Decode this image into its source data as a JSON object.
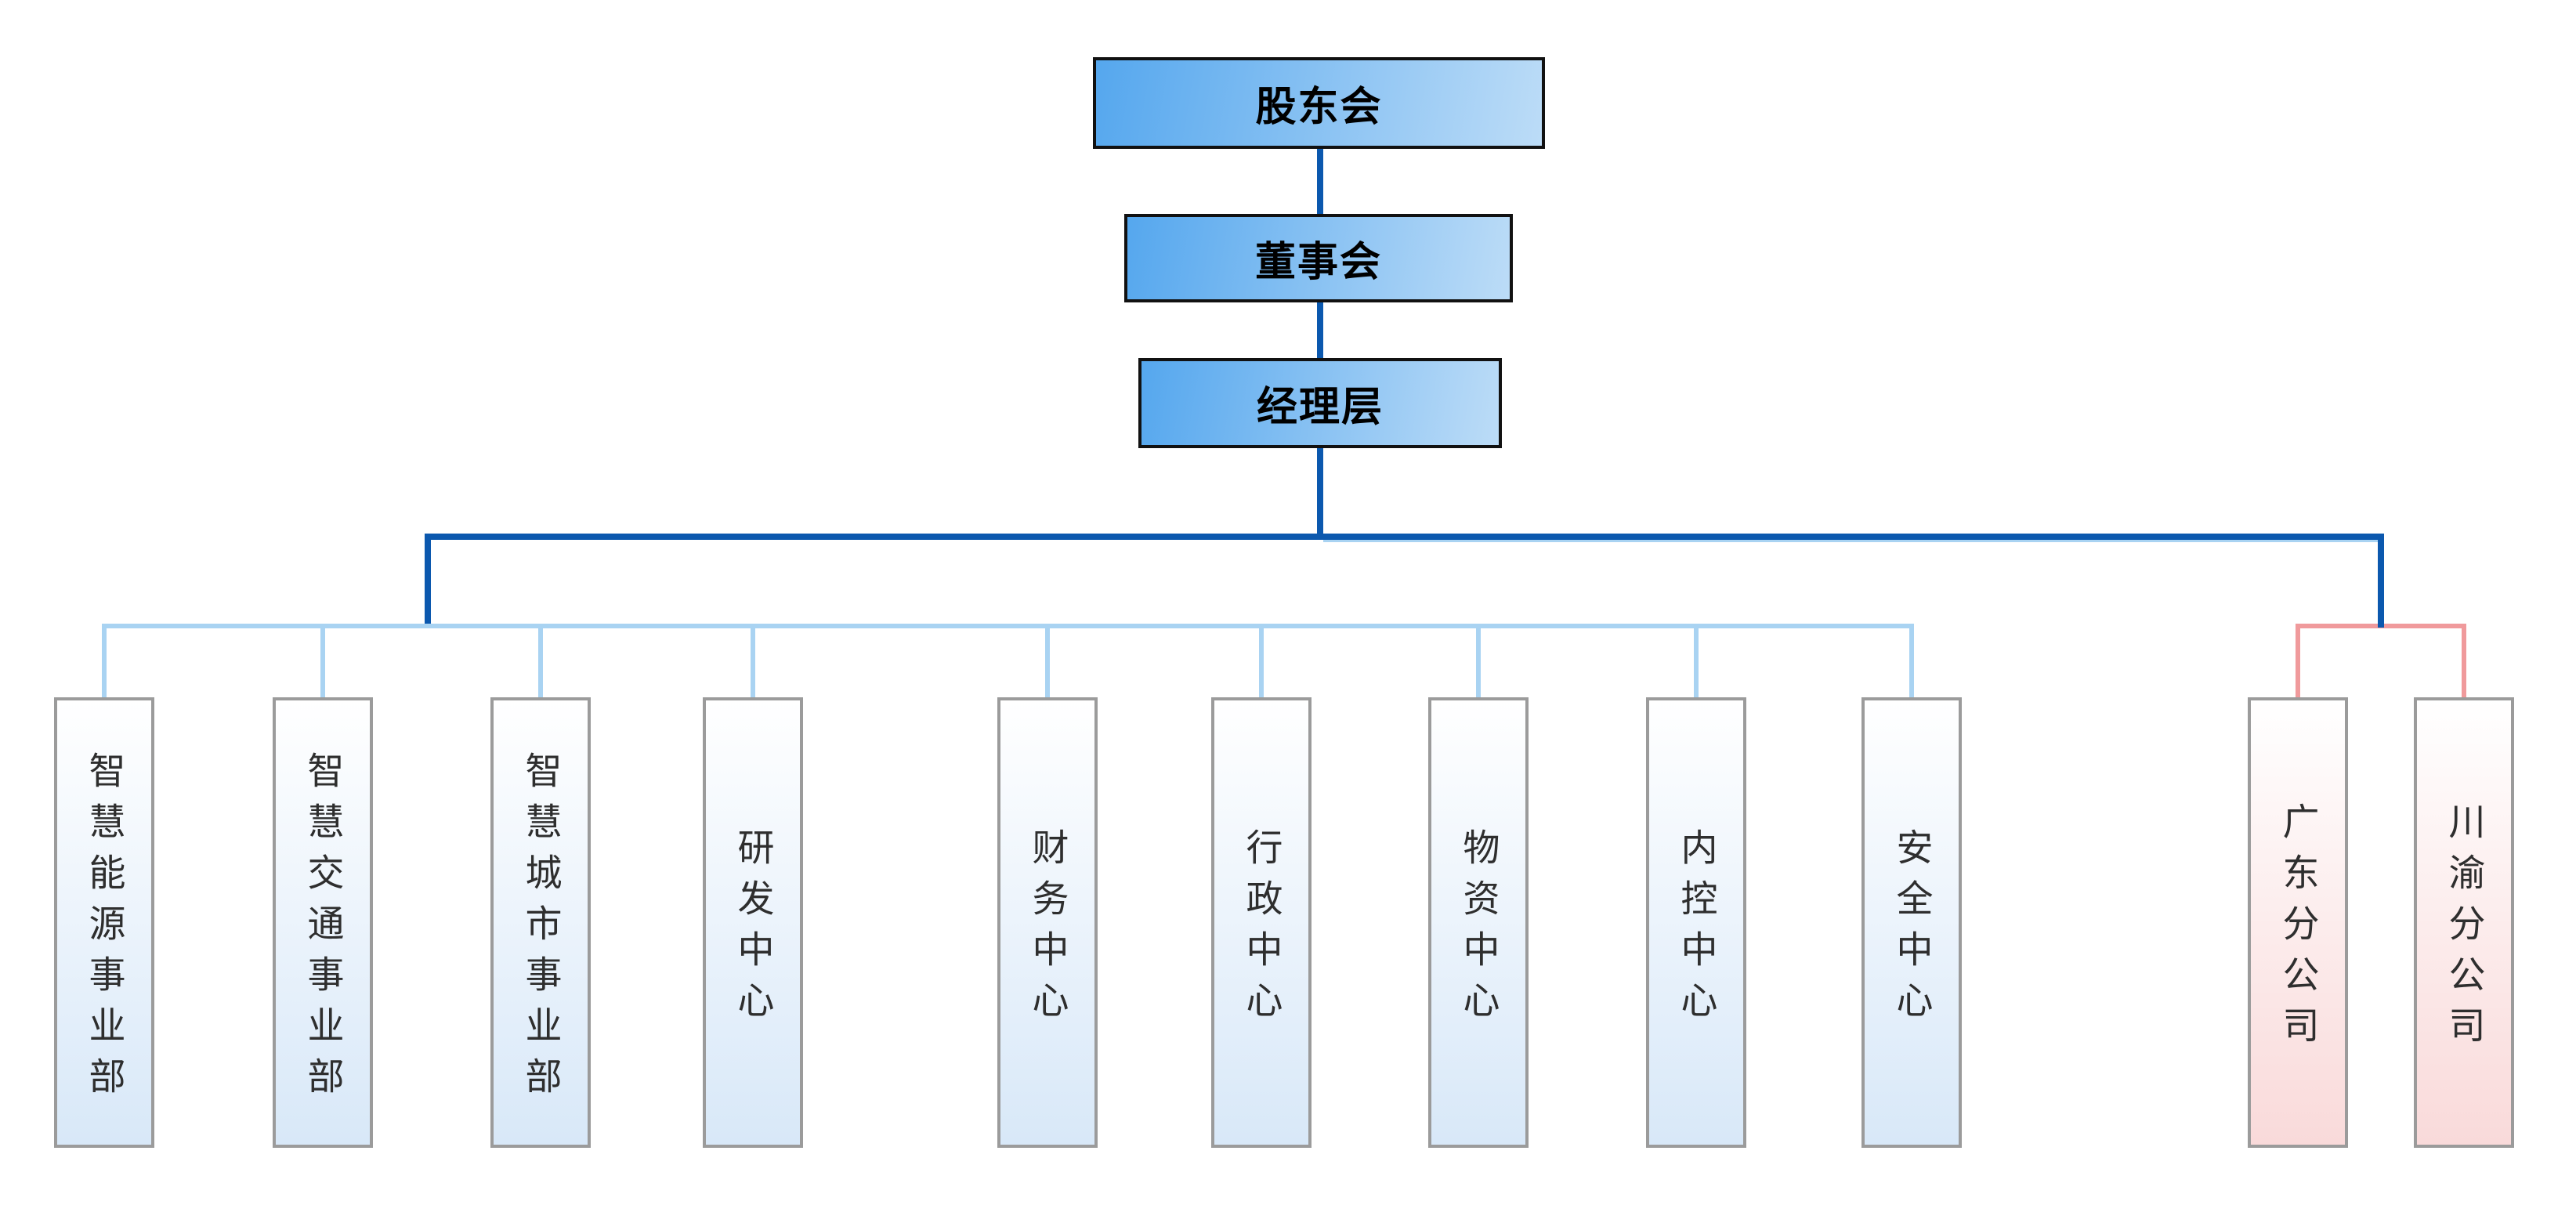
{
  "diagram": {
    "type": "org-chart",
    "node_count": 14
  },
  "colors": {
    "dark-blue": "#0b58ae",
    "light-blue": "#a9d3f2",
    "pink": "#f09a9c",
    "top-grad-a": "#55a7ee",
    "top-grad-b": "#bcdcf7",
    "dept-grad-a": "#ffffff",
    "dept-grad-b": "#d8e8f8",
    "branch-grad-a": "#ffffff",
    "branch-grad-b": "#f9dada",
    "top-border": "#111111",
    "dept-border": "#9b9b9b",
    "top-text": "#000000",
    "dept-text": "#2e2e2e"
  },
  "hierarchy": {
    "levels": [
      {
        "label": "股东会"
      },
      {
        "label": "董事会"
      },
      {
        "label": "经理层"
      }
    ]
  },
  "departments": [
    {
      "label": "智慧能源事业部"
    },
    {
      "label": "智慧交通事业部"
    },
    {
      "label": "智慧城市事业部"
    },
    {
      "label": "研发中心"
    },
    {
      "label": "财务中心"
    },
    {
      "label": "行政中心"
    },
    {
      "label": "物资中心"
    },
    {
      "label": "内控中心"
    },
    {
      "label": "安全中心"
    }
  ],
  "branches": [
    {
      "label": "广东分公司"
    },
    {
      "label": "川渝分公司"
    }
  ]
}
